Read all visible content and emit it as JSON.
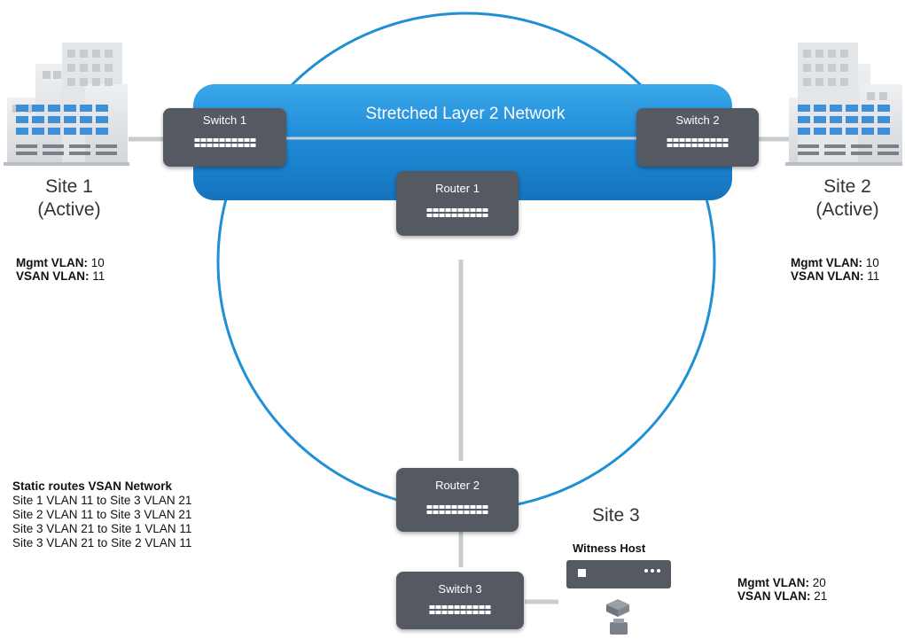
{
  "network": {
    "title": "Stretched Layer 2 Network"
  },
  "sites": {
    "site1": {
      "name": "Site 1",
      "status": "(Active)"
    },
    "site2": {
      "name": "Site 2",
      "status": "(Active)"
    },
    "site3": {
      "name": "Site 3"
    }
  },
  "devices": {
    "switch1": "Switch 1",
    "switch2": "Switch 2",
    "switch3": "Switch 3",
    "router1": "Router 1",
    "router2": "Router 2",
    "witness": "Witness Host"
  },
  "vlans": {
    "site1": {
      "mgmt_label": "Mgmt VLAN:",
      "mgmt_value": "10",
      "vsan_label": "VSAN VLAN:",
      "vsan_value": "11"
    },
    "site2": {
      "mgmt_label": "Mgmt VLAN:",
      "mgmt_value": "10",
      "vsan_label": "VSAN VLAN:",
      "vsan_value": "11"
    },
    "site3": {
      "mgmt_label": "Mgmt VLAN:",
      "mgmt_value": "20",
      "vsan_label": "VSAN VLAN:",
      "vsan_value": "21"
    }
  },
  "static_routes": {
    "title": "Static routes VSAN Network",
    "items": [
      "Site 1 VLAN 11 to Site 3 VLAN 21",
      "Site 2 VLAN 11 to Site 3 VLAN 21",
      "Site 3 VLAN 21 to Site 1 VLAN 11",
      "Site 3 VLAN 21 to Site 2 VLAN 11"
    ]
  },
  "colors": {
    "ring": "#1f8fd6",
    "band": "#1e8ad6",
    "device": "#555a62",
    "link": "#c8ccd0"
  }
}
